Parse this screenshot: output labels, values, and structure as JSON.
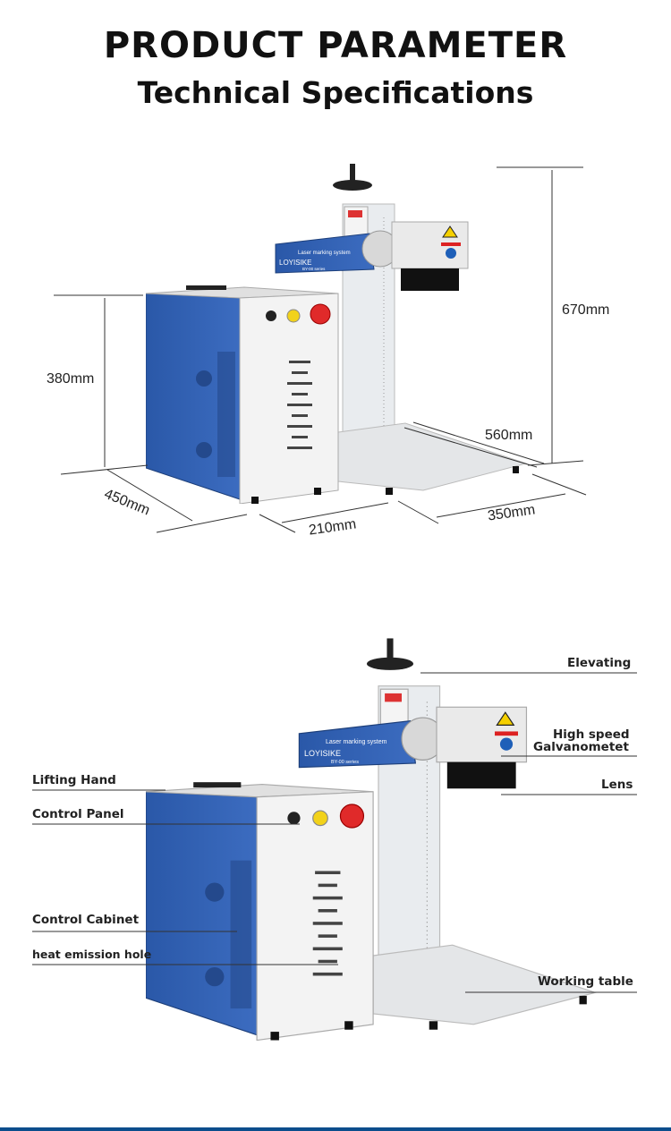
{
  "header": {
    "title": "PRODUCT PARAMETER",
    "subtitle": "Technical Specifications"
  },
  "dimensions": {
    "height_total": "670mm",
    "cabinet_height": "380mm",
    "table_depth": "560mm",
    "cabinet_depth": "450mm",
    "cabinet_width": "210mm",
    "table_width": "350mm"
  },
  "machine": {
    "brand": "LOYISIKE",
    "arm_text": "Laser marking system",
    "series": "BY-00 series"
  },
  "parts": {
    "elevating": "Elevating",
    "galvo_line1": "High speed",
    "galvo_line2": "Galvanometet",
    "lens": "Lens",
    "lifting_hand": "Lifting Hand",
    "control_panel": "Control Panel",
    "control_cabinet": "Control Cabinet",
    "heat_hole": "heat emission hole",
    "working_table": "Working table"
  },
  "colors": {
    "accent_blue": "#0b4d8c",
    "cabinet_blue": "#2f5fb0",
    "estop_red": "#e02a2a",
    "light_yellow": "#f2d21a"
  }
}
